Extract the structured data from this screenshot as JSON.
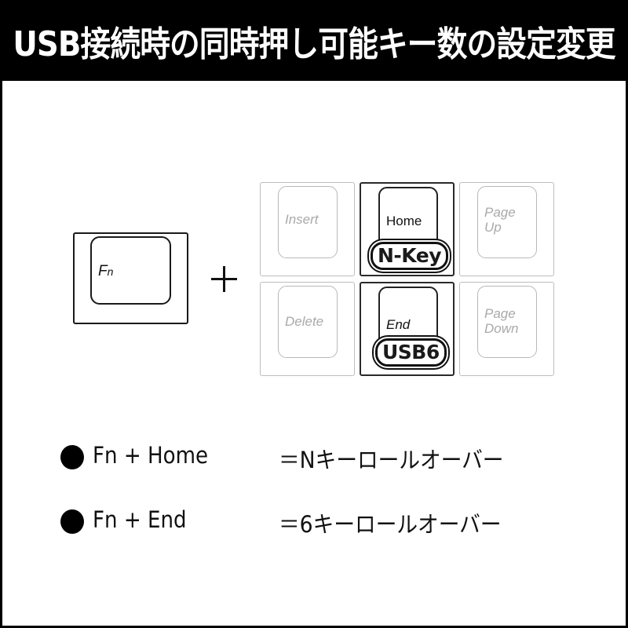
{
  "header": {
    "title": "USB接続時の同時押し可能キー数の設定変更",
    "background": "#000000",
    "text_color": "#ffffff"
  },
  "diagram": {
    "modifier_key": {
      "label_main": "F",
      "label_sub": "n"
    },
    "plus_symbol": "+",
    "key_grid": [
      {
        "label": "Insert",
        "state": "inactive",
        "badge": null
      },
      {
        "label": "Home",
        "state": "active",
        "badge": "N-Key"
      },
      {
        "label_lines": [
          "Page",
          "Up"
        ],
        "state": "inactive",
        "badge": null
      },
      {
        "label": "Delete",
        "state": "inactive",
        "badge": null
      },
      {
        "label": "End",
        "state": "active",
        "badge": "USB6"
      },
      {
        "label_lines": [
          "Page",
          "Down"
        ],
        "state": "inactive",
        "badge": null
      }
    ],
    "colors": {
      "active_border": "#222222",
      "inactive_border": "#bdbdbd",
      "inactive_text": "#a9a9a9"
    }
  },
  "legend": [
    {
      "bullet": "●",
      "combo": "Fn +  Home",
      "result": "＝Nキーロールオーバー"
    },
    {
      "bullet": "●",
      "combo": "Fn +  End",
      "result": "＝6キーロールオーバー"
    }
  ]
}
